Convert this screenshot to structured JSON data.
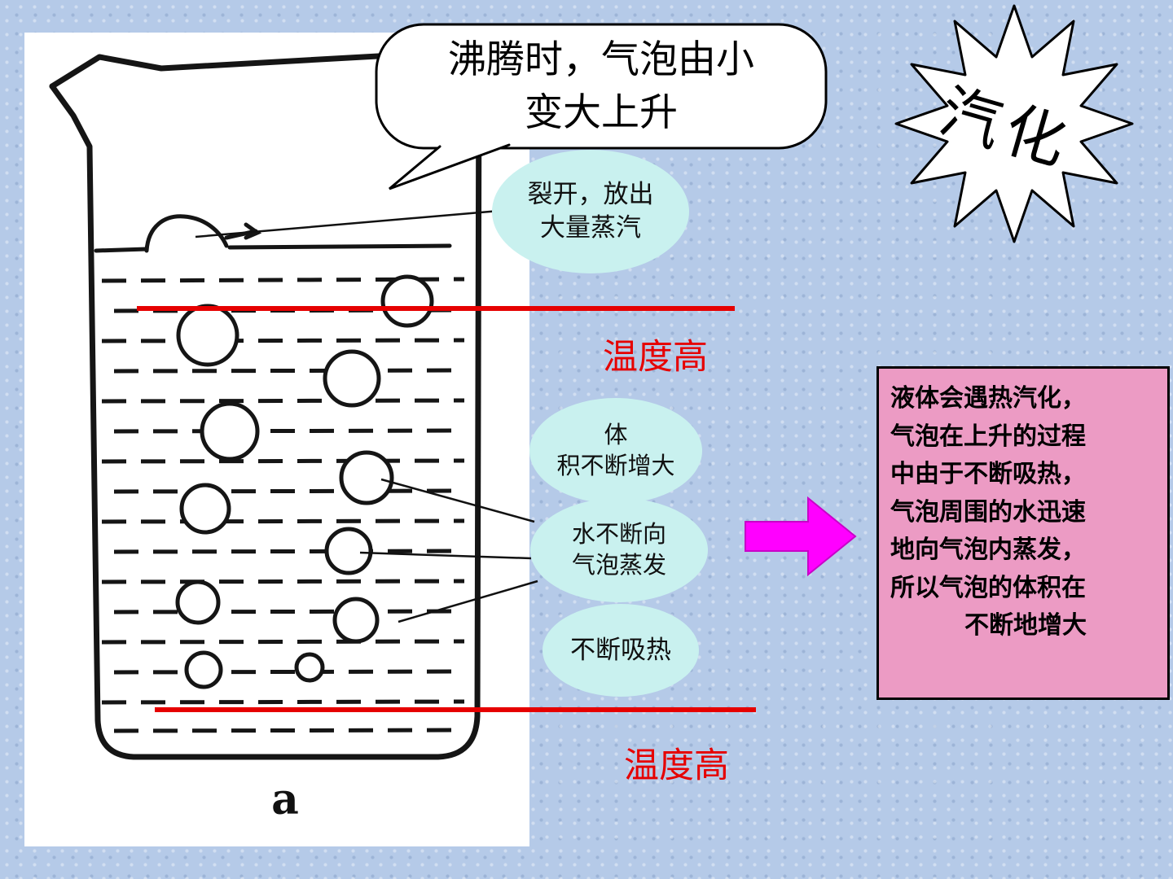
{
  "colors": {
    "background": "#b5cae8",
    "panel": "#ffffff",
    "callout_fill": "#c9f1ef",
    "explanation_fill": "#ec9bc4",
    "arrow": "#ff00ff",
    "temperature_text": "#e60000",
    "marker_line": "#e60000",
    "ink": "#111111"
  },
  "speech_bubble": {
    "line1": "沸腾时，气泡由小",
    "line2": "变大上升"
  },
  "starburst": {
    "label": "汽化"
  },
  "callouts": {
    "burst": {
      "line1": "裂开，放出",
      "line2": "大量蒸汽"
    },
    "volume": {
      "line1": "体",
      "line2": "积不断增大"
    },
    "evaporate": {
      "line1": "水不断向",
      "line2": "气泡蒸发"
    },
    "absorb": {
      "label": "不断吸热"
    }
  },
  "temperature": {
    "top": "温度高",
    "bottom": "温度高"
  },
  "beaker_label": "a",
  "explanation": {
    "lines": [
      "液体会遇热汽化，",
      "气泡在上升的过程",
      "中由于不断吸热，",
      "气泡周围的水迅速",
      "地向气泡内蒸发，",
      "所以气泡的体积在",
      "不断地增大"
    ]
  }
}
